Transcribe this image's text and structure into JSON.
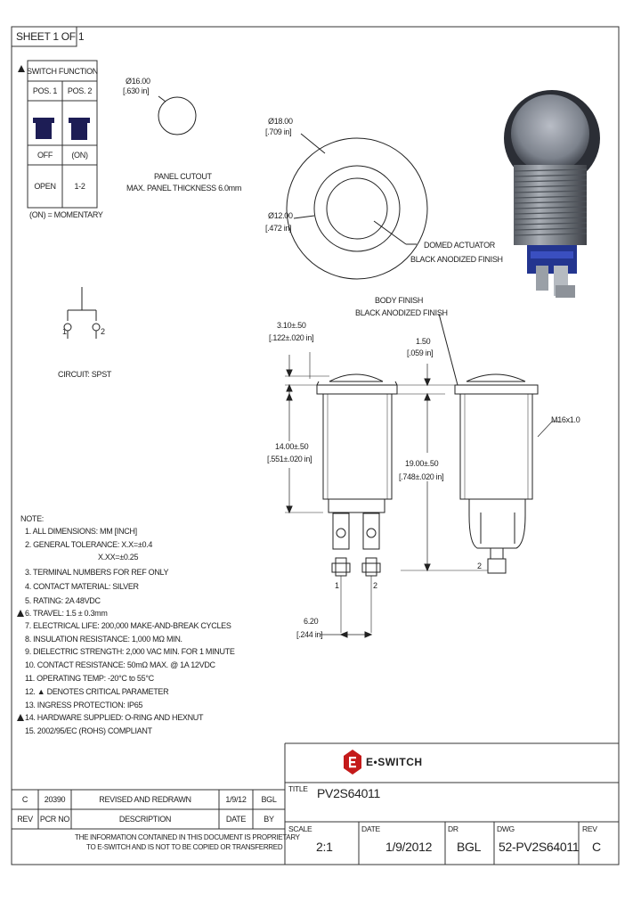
{
  "sheet": "SHEET 1 OF 1",
  "switch_table": {
    "header": "SWITCH FUNCTION",
    "pos1": "POS. 1",
    "pos2": "POS. 2",
    "state1": "OFF",
    "state2": "(ON)",
    "contact1": "OPEN",
    "contact2": "1-2",
    "footnote": "(ON) = MOMENTARY"
  },
  "circuit_label": "CIRCUIT: SPST",
  "circuit_pins": [
    "1",
    "2"
  ],
  "panel_cutout": {
    "dia_mm": "Ø16.00",
    "dia_in": "[.630 in]",
    "label1": "PANEL CUTOUT",
    "label2": "MAX. PANEL THICKNESS 6.0mm"
  },
  "top_view": {
    "outer_mm": "Ø18.00",
    "outer_in": "[.709 in]",
    "inner_mm": "Ø12.00",
    "inner_in": "[.472 in]",
    "actuator1": "DOMED ACTUATOR",
    "actuator2": "BLACK ANODIZED FINISH"
  },
  "body_finish": {
    "line1": "BODY FINISH",
    "line2": "BLACK ANODIZED FINISH"
  },
  "side_view": {
    "dim_310_mm": "3.10±.50",
    "dim_310_in": "[.122±.020 in]",
    "dim_1400_mm": "14.00±.50",
    "dim_1400_in": "[.551±.020 in]",
    "dim_150_mm": "1.50",
    "dim_150_in": "[.059 in]",
    "dim_1900_mm": "19.00±.50",
    "dim_1900_in": "[.748±.020 in]",
    "thread": "M16x1.0",
    "dim_620_mm": "6.20",
    "dim_620_in": "[.244 in]",
    "pin1": "1",
    "pin2": "2",
    "pin2_side": "2"
  },
  "notes": {
    "title": "NOTE:",
    "items": [
      "1. ALL DIMENSIONS: MM [INCH]",
      "2. GENERAL TOLERANCE: X.X=±0.4",
      "X.XX=±0.25",
      "3. TERMINAL NUMBERS FOR REF ONLY",
      "4. CONTACT MATERIAL: SILVER",
      "5. RATING: 2A 48VDC",
      "6. TRAVEL: 1.5 ± 0.3mm",
      "7. ELECTRICAL LIFE: 200,000 MAKE-AND-BREAK CYCLES",
      "8. INSULATION RESISTANCE: 1,000 MΩ MIN.",
      "9. DIELECTRIC STRENGTH: 2,000 VAC MIN. FOR 1 MINUTE",
      "10. CONTACT RESISTANCE: 50mΩ MAX. @ 1A 12VDC",
      "11. OPERATING TEMP: -20°C to 55°C",
      "12. ▲ DENOTES CRITICAL PARAMETER",
      "13. INGRESS PROTECTION: IP65",
      "14. HARDWARE SUPPLIED: O-RING AND HEXNUT",
      "15. 2002/95/EC (ROHS) COMPLIANT"
    ]
  },
  "logo": "E•SWITCH",
  "title_block": {
    "title_label": "TITLE",
    "title": "PV2S64011",
    "scale_label": "SCALE",
    "scale": "2:1",
    "date_label": "DATE",
    "date": "1/9/2012",
    "dr_label": "DR",
    "dr": "BGL",
    "dwg_label": "DWG",
    "dwg": "52-PV2S64011",
    "rev_label": "REV",
    "rev": "C"
  },
  "revision": {
    "rev": "C",
    "pcr": "20390",
    "desc": "REVISED AND REDRAWN",
    "date": "1/9/12",
    "by": "BGL",
    "h_rev": "REV",
    "h_pcr": "PCR NO",
    "h_desc": "DESCRIPTION",
    "h_date": "DATE",
    "h_by": "BY"
  },
  "proprietary": {
    "line1": "THE INFORMATION CONTAINED IN THIS DOCUMENT IS PROPRIETARY",
    "line2": "TO E-SWITCH AND IS NOT TO BE COPIED OR TRANSFERRED"
  }
}
